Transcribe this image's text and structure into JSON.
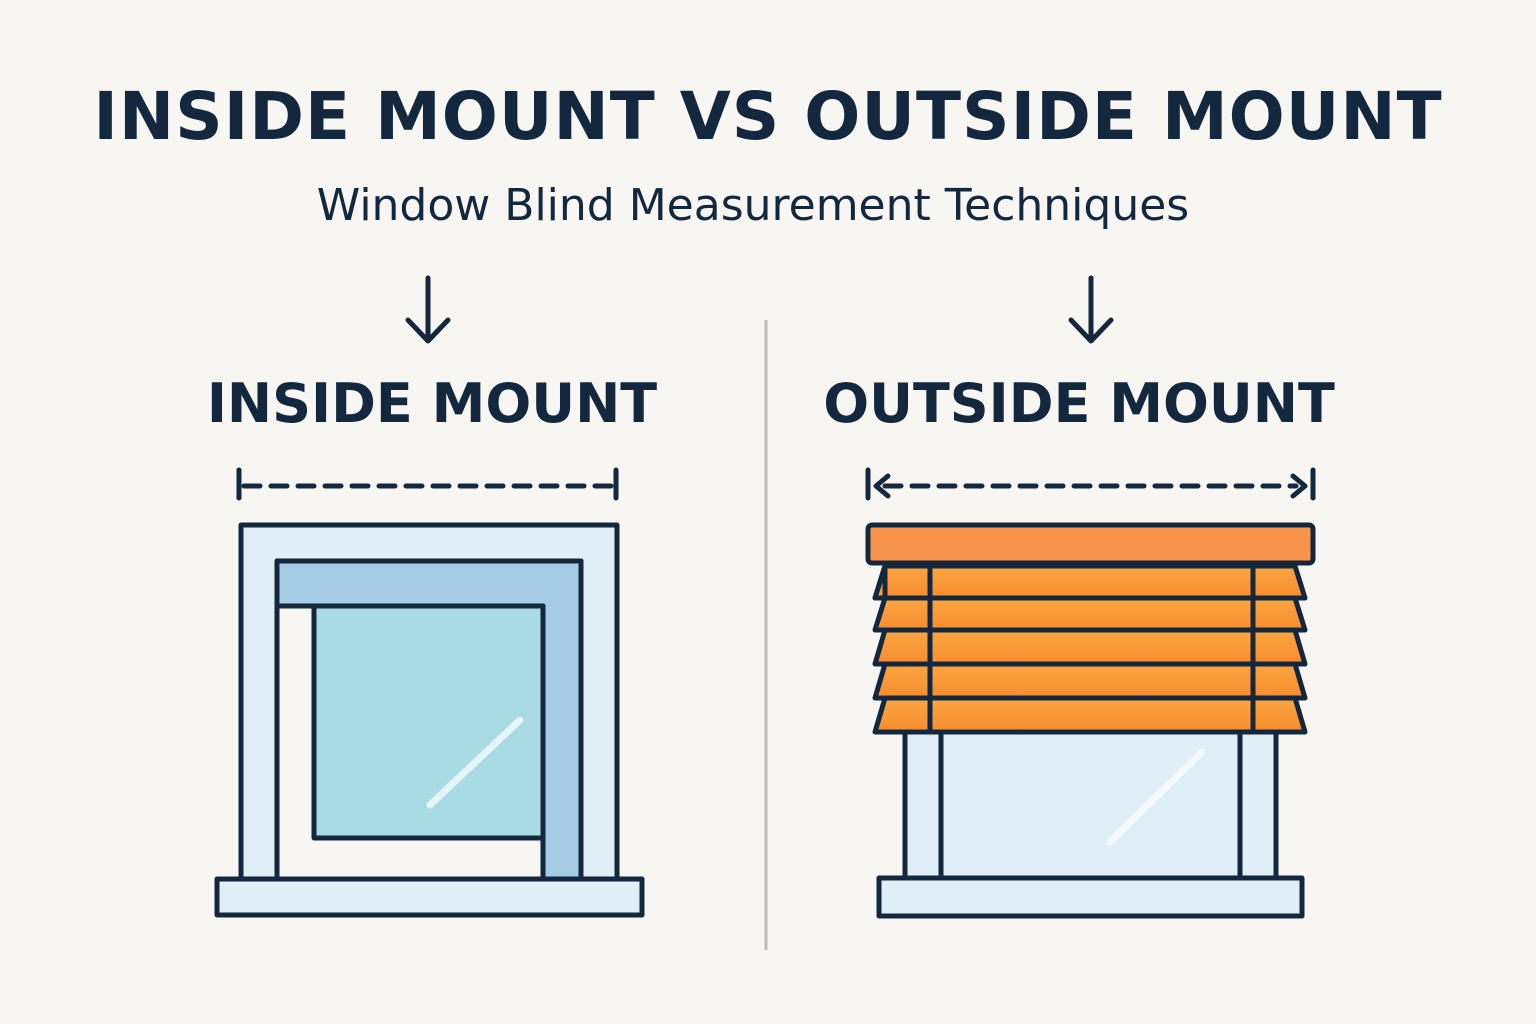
{
  "header": {
    "title": "INSIDE MOUNT VS OUTSIDE MOUNT",
    "subtitle": "Window Blind Measurement Techniques"
  },
  "panels": {
    "inside": {
      "label": "INSIDE MOUNT"
    },
    "outside": {
      "label": "OUTSIDE MOUNT"
    }
  },
  "colors": {
    "background": "#f8f6f2",
    "ink": "#13283e",
    "frame_light": "#dfeef7",
    "frame_blue": "#a6cbe4",
    "glass": "#a9dbe4",
    "blind_headrail": "#f7934a",
    "blind_slat_top": "#fba540",
    "blind_slat_bottom": "#f78d30",
    "divider": "#bdbdbd"
  },
  "icons": [
    "arrow-down-icon",
    "arrow-down-icon",
    "measurement-bracket-icon",
    "measurement-double-arrow-icon"
  ]
}
